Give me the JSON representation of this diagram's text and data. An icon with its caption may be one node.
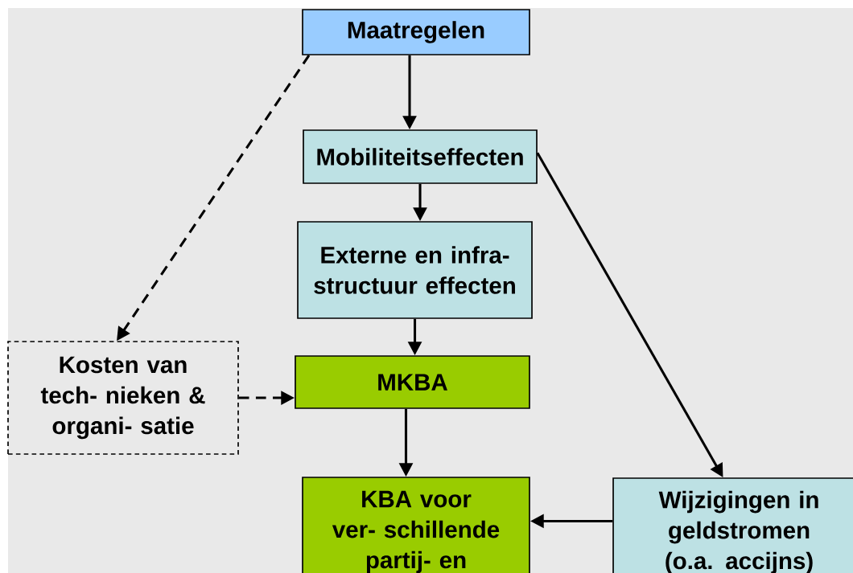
{
  "diagram": {
    "nodes": [
      {
        "text": [
          "Maatregelen"
        ]
      },
      {
        "text": [
          "Mobiliteitseffecten"
        ]
      },
      {
        "text": [
          "Externe en infra- structuur effecten"
        ]
      },
      {
        "text": [
          "Kosten van tech- nieken & organi- satie"
        ]
      },
      {
        "text": [
          "MKBA"
        ]
      },
      {
        "text": [
          "KBA voor ver- schillende partij- en"
        ]
      },
      {
        "text": [
          "Wijzigingen in geldstromen (o.a. accijns)"
        ]
      }
    ],
    "edges": [
      {
        "from": 0,
        "to": 1,
        "arrow": "to"
      },
      {
        "from": 0,
        "to": 3,
        "arrow": "to",
        "style": "dashed"
      },
      {
        "from": 1,
        "to": 2,
        "arrow": "to"
      },
      {
        "from": 1,
        "to": 6,
        "arrow": "to"
      },
      {
        "from": 2,
        "to": 4,
        "arrow": "to"
      },
      {
        "from": 3,
        "to": 4,
        "arrow": "to",
        "style": "dashed"
      },
      {
        "from": 4,
        "to": 5,
        "arrow": "to"
      },
      {
        "from": 6,
        "to": 5,
        "arrow": "to"
      }
    ]
  }
}
